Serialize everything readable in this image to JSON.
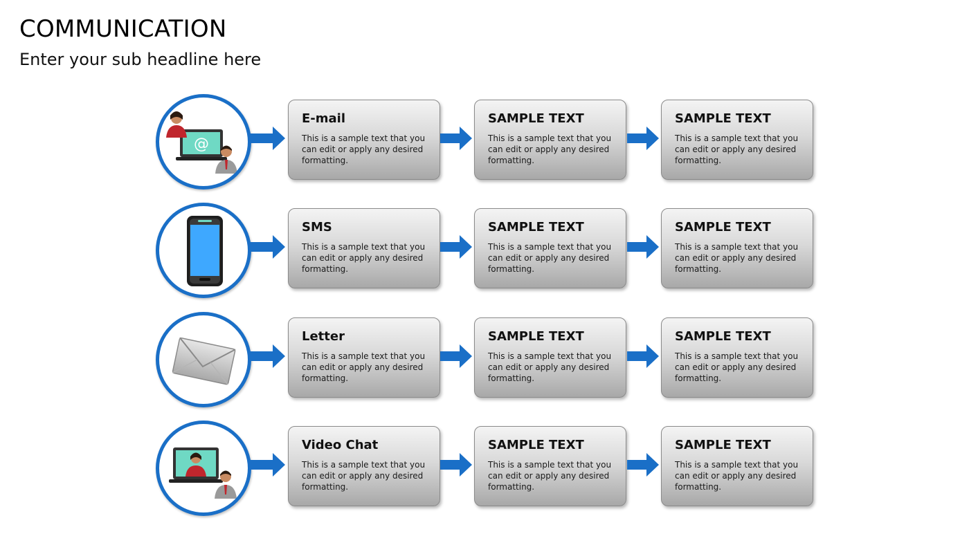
{
  "slide": {
    "title": "COMMUNICATION",
    "subtitle": "Enter your sub headline here"
  },
  "colors": {
    "accent_blue": "#1a6fc7",
    "box_gradient_top": "#f4f4f4",
    "box_gradient_bottom": "#a8a8a8",
    "box_border": "#8a8a8a"
  },
  "rows": [
    {
      "icon": "email-laptop-people-icon",
      "steps": [
        {
          "title": "E-mail",
          "text": "This is a sample text that you can edit or apply any desired formatting."
        },
        {
          "title": "SAMPLE TEXT",
          "text": "This is a sample text that you can edit or apply any desired formatting."
        },
        {
          "title": "SAMPLE TEXT",
          "text": "This is a sample text that you can edit or apply any desired formatting."
        }
      ]
    },
    {
      "icon": "smartphone-icon",
      "steps": [
        {
          "title": "SMS",
          "text": "This is a sample text that you can edit or apply any desired formatting."
        },
        {
          "title": "SAMPLE TEXT",
          "text": "This is a sample text that you can edit or apply any desired formatting."
        },
        {
          "title": "SAMPLE TEXT",
          "text": "This is a sample text that you can edit or apply any desired formatting."
        }
      ]
    },
    {
      "icon": "envelope-icon",
      "steps": [
        {
          "title": "Letter",
          "text": "This is a sample text that you can edit or apply any desired formatting."
        },
        {
          "title": "SAMPLE TEXT",
          "text": "This is a sample text that you can edit or apply any desired formatting."
        },
        {
          "title": "SAMPLE TEXT",
          "text": "This is a sample text that you can edit or apply any desired formatting."
        }
      ]
    },
    {
      "icon": "video-chat-laptop-icon",
      "steps": [
        {
          "title": "Video Chat",
          "text": "This is a sample text that you can edit or apply any desired formatting."
        },
        {
          "title": "SAMPLE TEXT",
          "text": "This is a sample text that you can edit or apply any desired formatting."
        },
        {
          "title": "SAMPLE TEXT",
          "text": "This is a sample text that you can edit or apply any desired formatting."
        }
      ]
    }
  ]
}
